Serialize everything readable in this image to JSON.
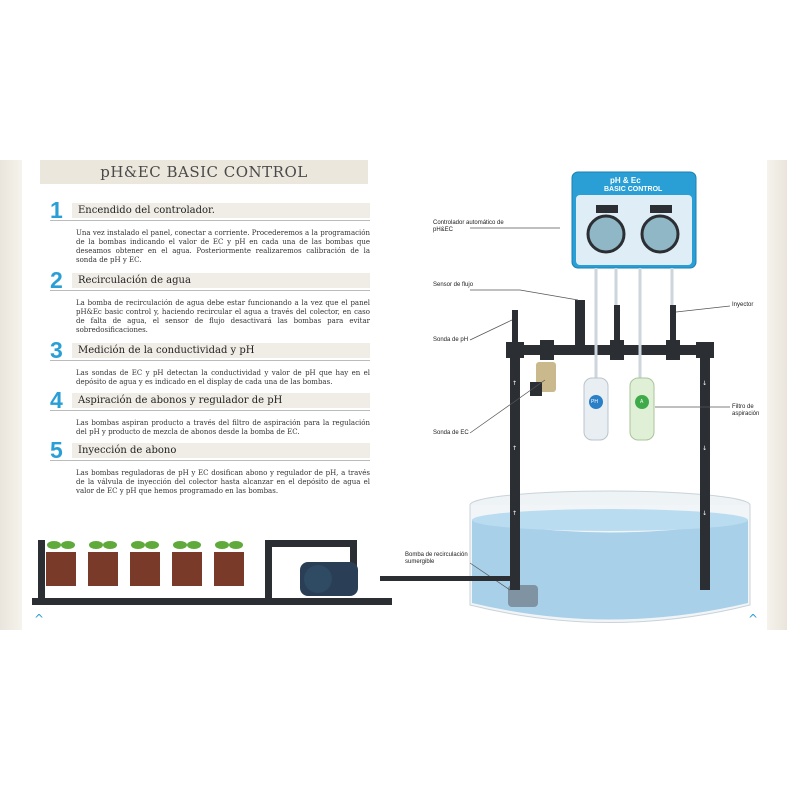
{
  "title": "pH&EC BASIC CONTROL",
  "steps": [
    {
      "num": "1",
      "title": "Encendido del controlador.",
      "body": "Una vez instalado el panel, conectar a corriente. Procederemos a la programación de la bombas indicando el valor de EC y pH en cada una de las bombas que deseamos obtener en el agua. Posteriormente realizaremos calibración de la sonda de pH y EC."
    },
    {
      "num": "2",
      "title": "Recirculación de agua",
      "body": "La bomba de recirculación de agua debe estar funcionando a la vez que el panel pH&Ec basic control y, haciendo recircular el agua a través del colector, en caso de falta de agua, el sensor de flujo desactivará las bombas para evitar sobredosificaciones."
    },
    {
      "num": "3",
      "title": "Medición de la conductividad y pH",
      "body": "Las sondas de EC y pH detectan la conductividad y valor de pH que hay en el depósito de agua y es indicado en el display de cada una de las bombas."
    },
    {
      "num": "4",
      "title": "Aspiración de abonos y regulador de pH",
      "body": "Las bombas aspiran producto a través del filtro de aspiración para la regulación del pH y producto de mezcla de abonos desde la bomba de EC."
    },
    {
      "num": "5",
      "title": "Inyección de abono",
      "body": "Las bombas reguladoras de pH y EC dosifican abono y regulador de pH, a través de la válvula de inyección del colector hasta alcanzar en el depósito de agua el valor de EC y pH que hemos programado en las bombas."
    }
  ],
  "controller": {
    "line1": "pH & Ec",
    "line2": "BASIC CONTROL"
  },
  "labels": {
    "controlador": "Controlador automático de pH&EC",
    "sensor_flujo": "Sensor de flujo",
    "inyector": "Inyector",
    "sonda_ph": "Sonda de pH",
    "sonda_ec": "Sonda de EC",
    "filtro": "Filtro de aspiración",
    "bomba": "Bomba de recirculación sumergible"
  },
  "bottles": {
    "ph": "PH",
    "a": "A"
  },
  "icons": {
    "nav_left": "chevron-up-icon",
    "nav_right": "chevron-up-icon"
  },
  "colors": {
    "accent": "#2a9fd6",
    "pipe": "#2b2f33",
    "water": "#9cc9e6"
  }
}
